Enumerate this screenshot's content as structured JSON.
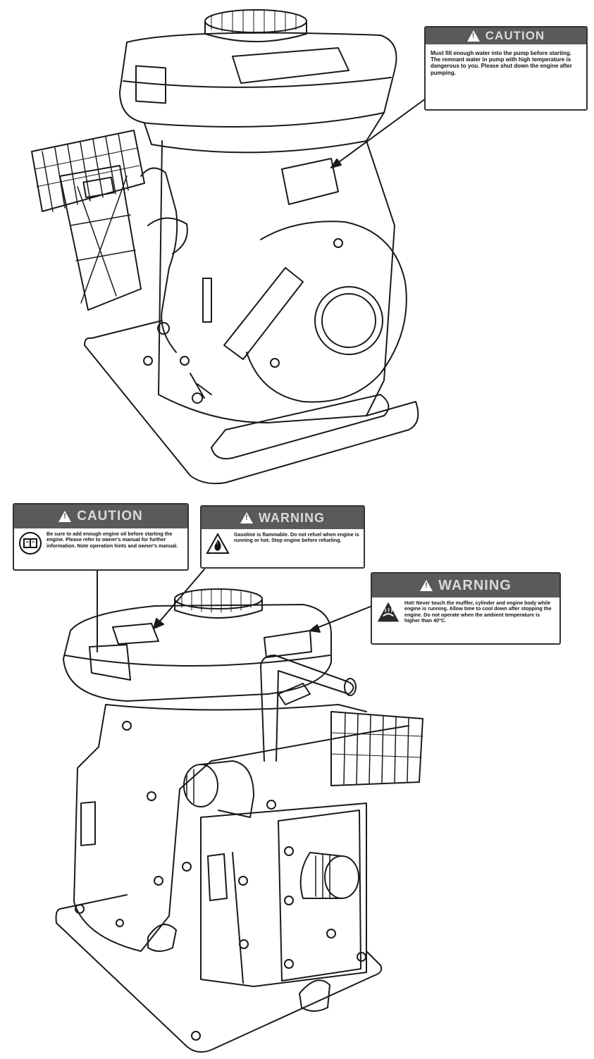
{
  "labels": {
    "top_caution": {
      "heading": "CAUTION",
      "text": "Must fill enough water into the pump before starting. The remnant water in pump with high temperature is dangerous to you. Please shut down the engine after pumping."
    },
    "caution_manual": {
      "heading": "CAUTION",
      "text": "Be sure to add enough engine oil before starting the engine. Please refer to owner's manual for further information. Note operation hints and owner's manual.",
      "icon": "book-icon"
    },
    "warning_fuel": {
      "heading": "WARNING",
      "text": "Gasoline is flammable. Do not refuel when engine is running or hot. Stop engine before refueling.",
      "icon": "flame-icon"
    },
    "warning_muffler": {
      "heading": "WARNING",
      "text": "Hot! Never touch the muffler, cylinder and engine body while engine is running. Allow time to cool down after stopping the engine. Do not operate when the ambient temperature is higher than 40°C.",
      "icon": "hot-surface-icon"
    }
  },
  "colors": {
    "label_header": "#5a5a5a",
    "label_header_text": "#d9d9d9",
    "line_art": "#1a1a1a"
  }
}
